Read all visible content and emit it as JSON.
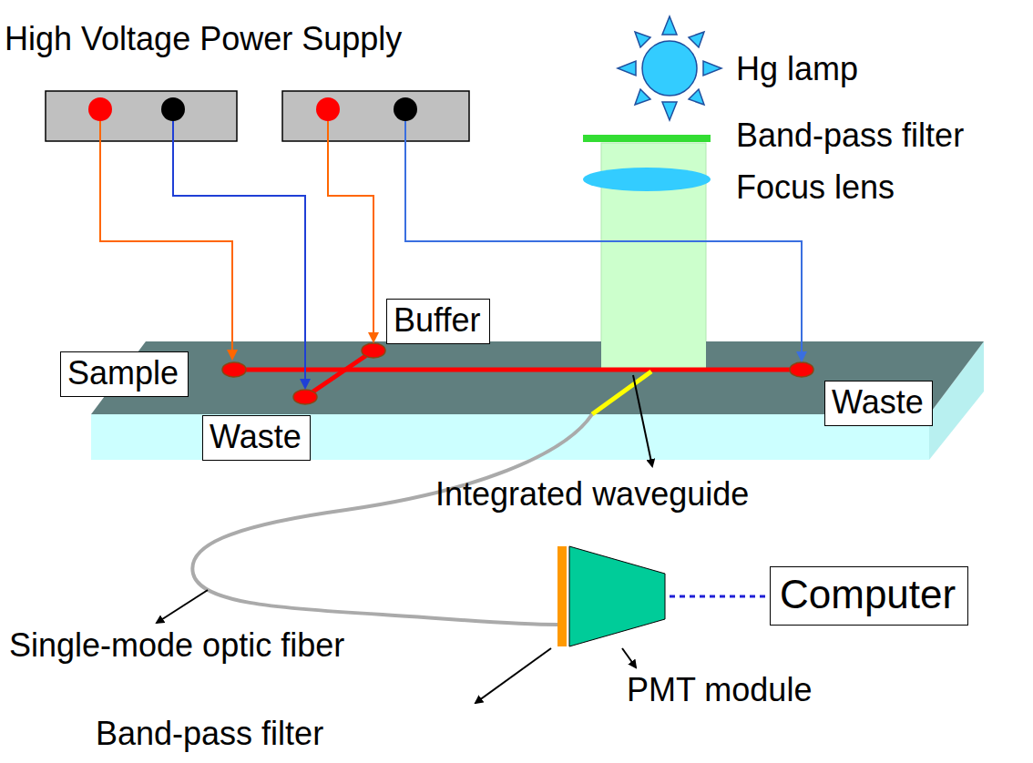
{
  "diagram": {
    "nodes": [
      {
        "text": [
          "Buffer"
        ]
      },
      {
        "text": [
          "Sample"
        ]
      },
      {
        "text": [
          "Waste"
        ]
      },
      {
        "text": [
          "Waste"
        ]
      },
      {
        "text": [
          "Computer"
        ]
      }
    ],
    "edges": [],
    "labels": [
      "High Voltage Power Supply",
      "Hg lamp",
      "Band-pass filter",
      "Focus lens",
      "Integrated waveguide",
      "Single-mode optic fiber",
      "Band-pass filter",
      "PMT module"
    ]
  }
}
